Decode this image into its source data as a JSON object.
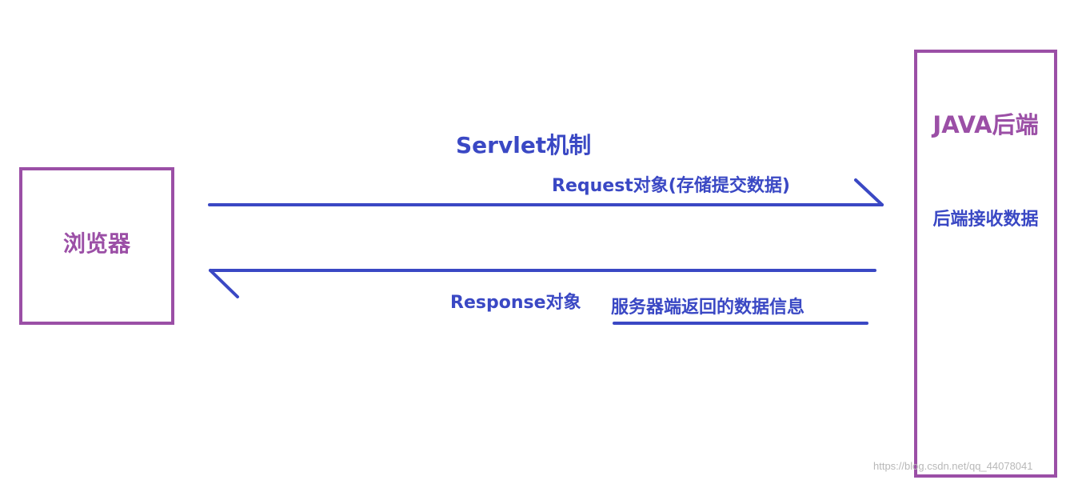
{
  "diagram": {
    "browser": {
      "label": "浏览器"
    },
    "backend": {
      "title": "JAVA后端",
      "receive_text": "后端接收数据"
    },
    "servlet_title": "Servlet机制",
    "request_label": "Request对象(存储提交数据)",
    "response_label": "Response对象",
    "response_info": "服务器端返回的数据信息",
    "watermark": "https://blog.csdn.net/qq_44078041"
  },
  "colors": {
    "box_border": "#9b4fa6",
    "arrow": "#3a48c4",
    "text_purple": "#9b4fa6",
    "text_blue": "#3a48c4"
  }
}
